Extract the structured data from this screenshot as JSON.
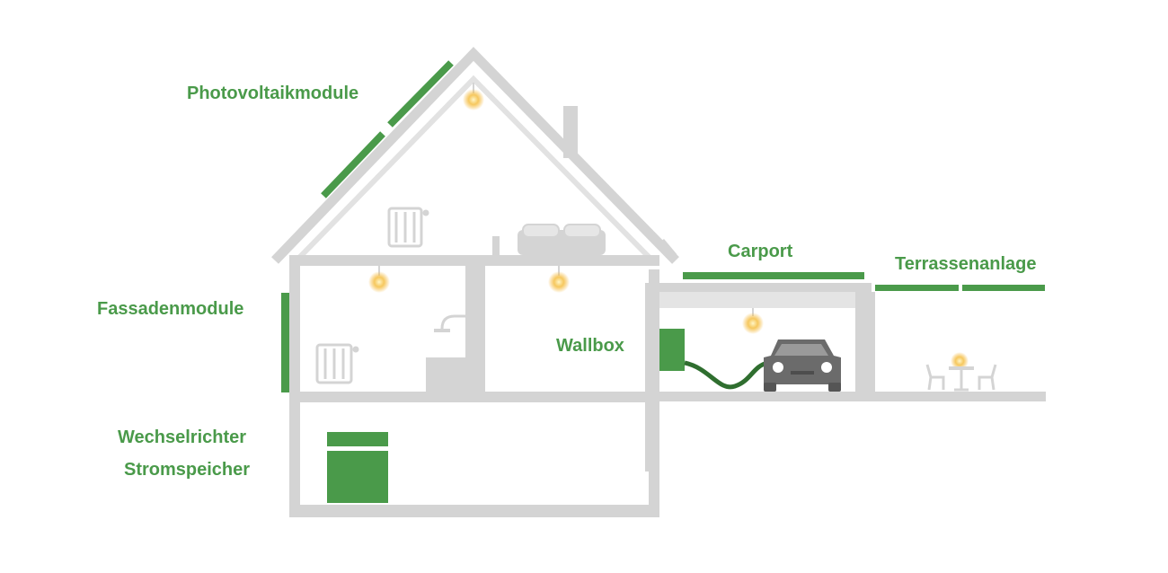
{
  "labels": {
    "photovoltaik": "Photovoltaikmodule",
    "fassade": "Fassadenmodule",
    "wechselrichter": "Wechselrichter",
    "stromspeicher": "Stromspeicher",
    "wallbox": "Wallbox",
    "carport": "Carport",
    "terrasse": "Terrassenanlage"
  },
  "colors": {
    "accent_green": "#4a9a4a",
    "wall_gray": "#d4d4d4",
    "car_gray": "#6b6b6b",
    "lamp_glow": "#f5b83d"
  }
}
